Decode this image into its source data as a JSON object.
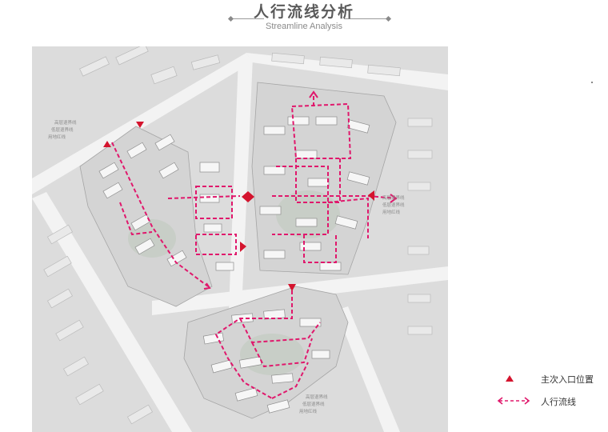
{
  "header": {
    "title": "人行流线分析",
    "subtitle": "Streamline Analysis"
  },
  "map": {
    "colors": {
      "route": "#e0186c",
      "entrance": "#d4142e",
      "building": "#f4f4f4",
      "building_outline": "#9a9a9a",
      "road": "#efefef",
      "green": "#cdd3cb"
    },
    "annotations": [
      {
        "id": "nw",
        "lines": [
          "高层退界线",
          "低层退界线",
          "用地红线"
        ]
      },
      {
        "id": "east",
        "lines": [
          "高层退界线",
          "低层退界线",
          "用地红线"
        ]
      },
      {
        "id": "south",
        "lines": [
          "高层退界线",
          "低层退界线",
          "用地红线"
        ]
      }
    ]
  },
  "legend": {
    "entrance_label": "主次入口位置",
    "route_label": "人行流线",
    "entrance_icon": "triangle-icon",
    "route_icon": "double-dashed-arrow-icon"
  }
}
